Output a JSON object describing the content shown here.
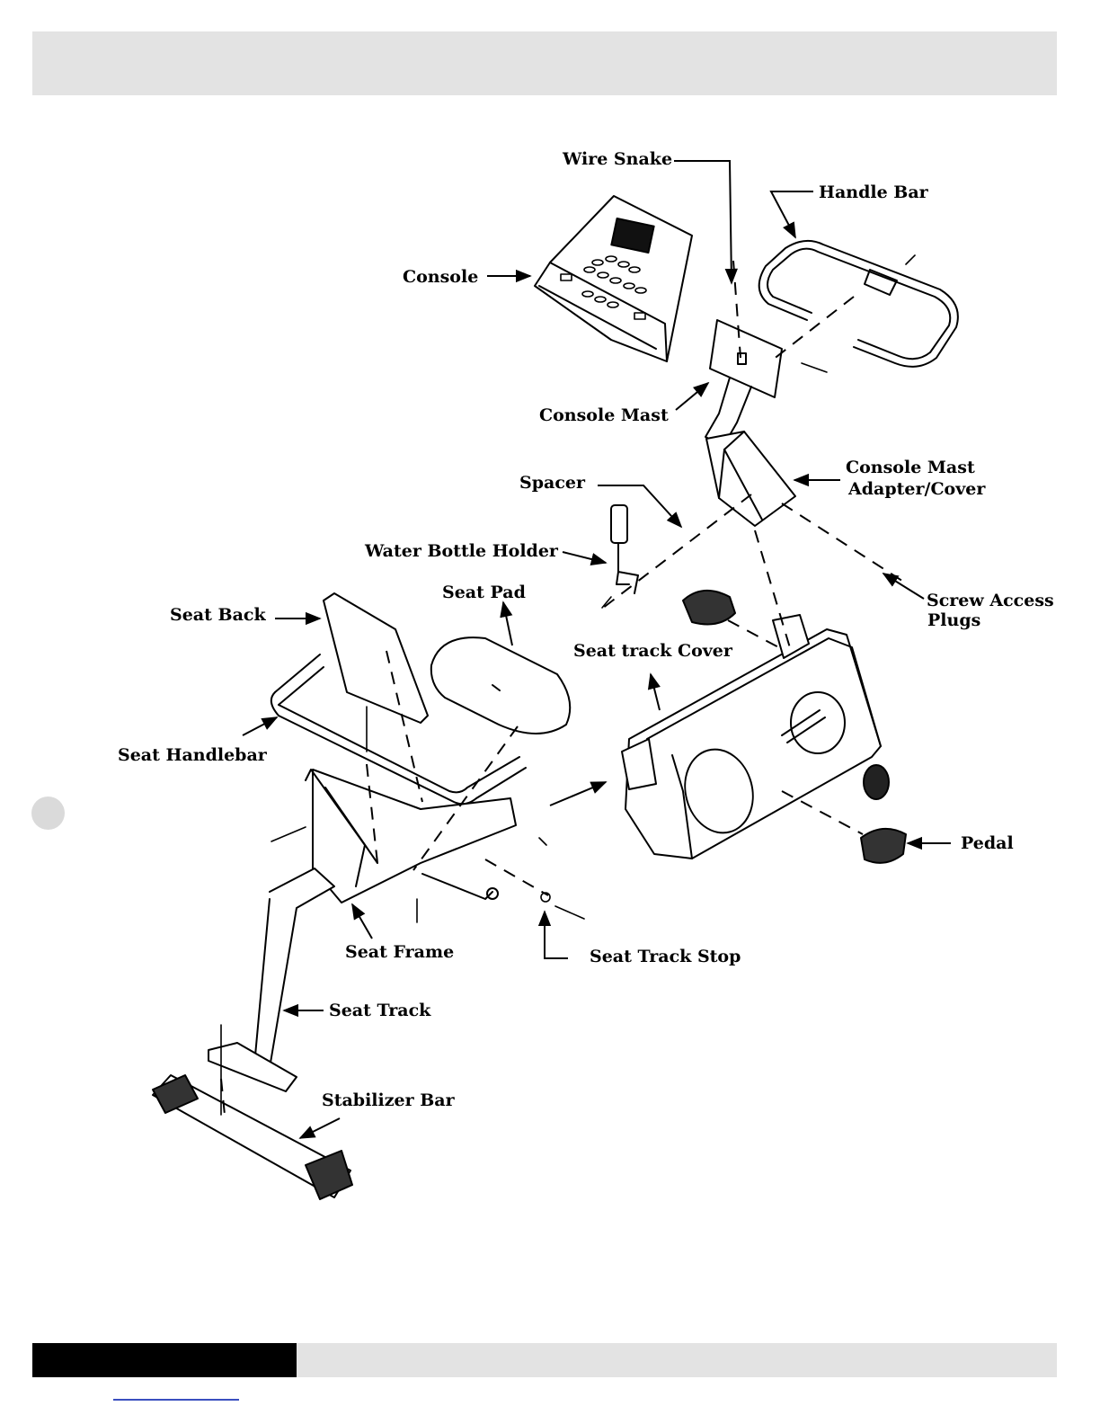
{
  "diagram": {
    "labels": {
      "wire_snake": "Wire Snake",
      "handle_bar": "Handle Bar",
      "console": "Console",
      "console_mast": "Console Mast",
      "console_mast_adapter_1": "Console Mast",
      "console_mast_adapter_2": "Adapter/Cover",
      "spacer": "Spacer",
      "water_bottle_holder": "Water Bottle Holder",
      "screw_access_plugs_1": "Screw Access",
      "screw_access_plugs_2": "Plugs",
      "seat_pad": "Seat Pad",
      "seat_back": "Seat Back",
      "seat_track_cover": "Seat track Cover",
      "seat_handlebar": "Seat Handlebar",
      "pedal": "Pedal",
      "seat_frame": "Seat Frame",
      "seat_track_stop": "Seat Track Stop",
      "seat_track": "Seat Track",
      "stabilizer_bar": "Stabilizer Bar"
    }
  }
}
